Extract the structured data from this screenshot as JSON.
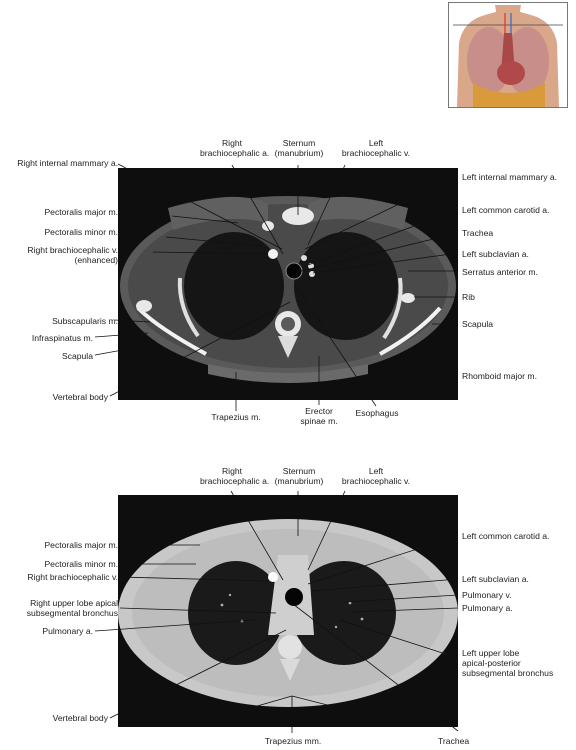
{
  "colors": {
    "ct_background": "#0e0e0e",
    "bone": "#eeeeee",
    "soft_tissue_top": "#5a5a5a",
    "soft_tissue_bottom": "#c8c8c8",
    "lung": "#1a1a1a",
    "leader_line": "#111111",
    "thumbnail_skin": "#d9a78a"
  },
  "top_panel": {
    "top_labels": [
      [
        "Right",
        "brachiocephalic a."
      ],
      [
        "Sternum",
        "(manubrium)"
      ],
      [
        "Left",
        "brachiocephalic v."
      ]
    ],
    "left_labels": [
      [
        "Right internal mammary a."
      ],
      [
        "Pectoralis major m."
      ],
      [
        "Pectoralis minor m."
      ],
      [
        "Right brachiocephalic v.",
        "(enhanced)"
      ],
      [
        "Subscapularis m."
      ],
      [
        "Infraspinatus m."
      ],
      [
        "Scapula"
      ],
      [
        "Vertebral body"
      ]
    ],
    "right_labels": [
      [
        "Left internal mammary a."
      ],
      [
        "Left common carotid a."
      ],
      [
        "Trachea"
      ],
      [
        "Left subclavian a."
      ],
      [
        "Serratus anterior m."
      ],
      [
        "Rib"
      ],
      [
        "Scapula"
      ],
      [
        "Rhomboid major m."
      ]
    ],
    "bottom_labels": [
      [
        "Trapezius m."
      ],
      [
        "Erector",
        "spinae m."
      ],
      [
        "Esophagus"
      ]
    ]
  },
  "bottom_panel": {
    "top_labels": [
      [
        "Right",
        "brachiocephalic a."
      ],
      [
        "Sternum",
        "(manubrium)"
      ],
      [
        "Left",
        "brachiocephalic v."
      ]
    ],
    "left_labels": [
      [
        "Pectoralis major m."
      ],
      [
        "Pectoralis minor m."
      ],
      [
        "Right brachiocephalic v."
      ],
      [
        "Right upper lobe apical",
        "subsegmental bronchus"
      ],
      [
        "Pulmonary a."
      ],
      [
        "Vertebral body"
      ]
    ],
    "right_labels": [
      [
        "Left common carotid a."
      ],
      [
        "Left subclavian a."
      ],
      [
        "Pulmonary v."
      ],
      [
        "Pulmonary a."
      ],
      [
        "Left upper lobe",
        "apical-posterior",
        "subsegmental bronchus"
      ]
    ],
    "bottom_labels": [
      [
        "Trapezius mm."
      ],
      [
        "Trachea"
      ]
    ]
  }
}
